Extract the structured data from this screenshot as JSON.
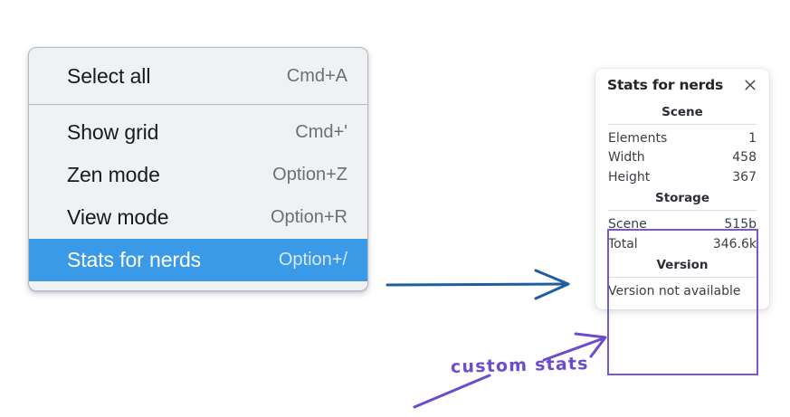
{
  "menu": {
    "groups": [
      {
        "items": [
          {
            "label": "Select all",
            "shortcut": "Cmd+A",
            "selected": false
          }
        ]
      },
      {
        "items": [
          {
            "label": "Show grid",
            "shortcut": "Cmd+'",
            "selected": false
          },
          {
            "label": "Zen mode",
            "shortcut": "Option+Z",
            "selected": false
          },
          {
            "label": "View mode",
            "shortcut": "Option+R",
            "selected": false
          },
          {
            "label": "Stats for nerds",
            "shortcut": "Option+/",
            "selected": true
          }
        ]
      }
    ],
    "selected_background": "#3b9ae8"
  },
  "stats_panel": {
    "title": "Stats for nerds",
    "close_icon": "close-icon",
    "sections": [
      {
        "heading": "Scene",
        "rows": [
          {
            "key": "Elements",
            "value": "1"
          },
          {
            "key": "Width",
            "value": "458"
          },
          {
            "key": "Height",
            "value": "367"
          }
        ]
      },
      {
        "heading": "Storage",
        "rows": [
          {
            "key": "Scene",
            "value": "515b"
          },
          {
            "key": "Total",
            "value": "346.6k"
          }
        ]
      },
      {
        "heading": "Version",
        "note": "Version not available"
      }
    ]
  },
  "annotations": {
    "handwritten_label": "custom stats",
    "blue_arrow_color": "#1f5f9e",
    "purple_color": "#6a4ccc",
    "highlight_border_color": "#7b55d6"
  }
}
